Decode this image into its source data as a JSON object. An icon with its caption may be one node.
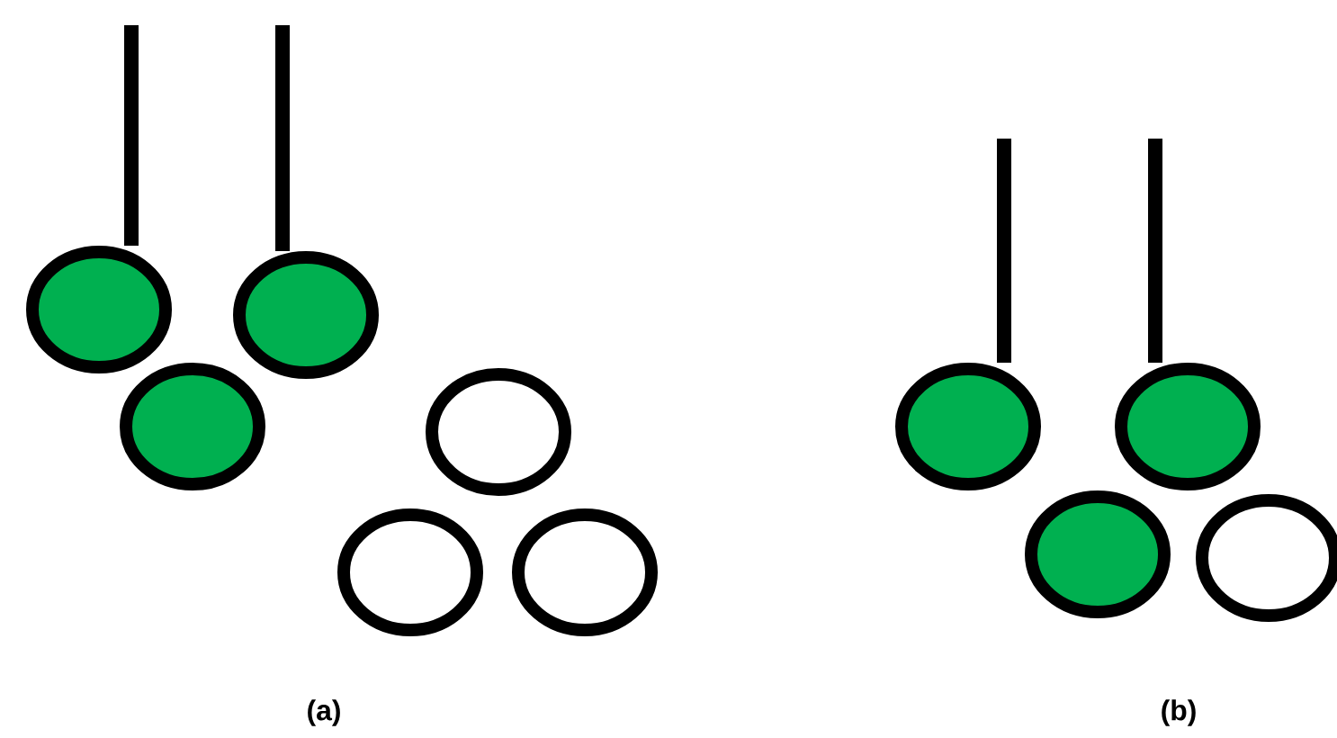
{
  "diagram": {
    "nodes": [
      {
        "text": [],
        "shape": "circle"
      },
      {
        "text": [],
        "shape": "circle"
      },
      {
        "text": [],
        "shape": "circle"
      },
      {
        "text": [],
        "shape": "circle"
      },
      {
        "text": [],
        "shape": "circle"
      },
      {
        "text": [],
        "shape": "circle"
      },
      {
        "text": [],
        "shape": "circle"
      },
      {
        "text": [],
        "shape": "circle"
      },
      {
        "text": [],
        "shape": "circle"
      },
      {
        "text": [],
        "shape": "circle"
      }
    ],
    "edges": [
      {
        "from": null,
        "to": 0,
        "arrow": "none"
      },
      {
        "from": null,
        "to": 1,
        "arrow": "none"
      },
      {
        "from": null,
        "to": 6,
        "arrow": "none"
      },
      {
        "from": null,
        "to": 7,
        "arrow": "none"
      }
    ],
    "labels": [
      "(a)",
      "(b)"
    ]
  }
}
